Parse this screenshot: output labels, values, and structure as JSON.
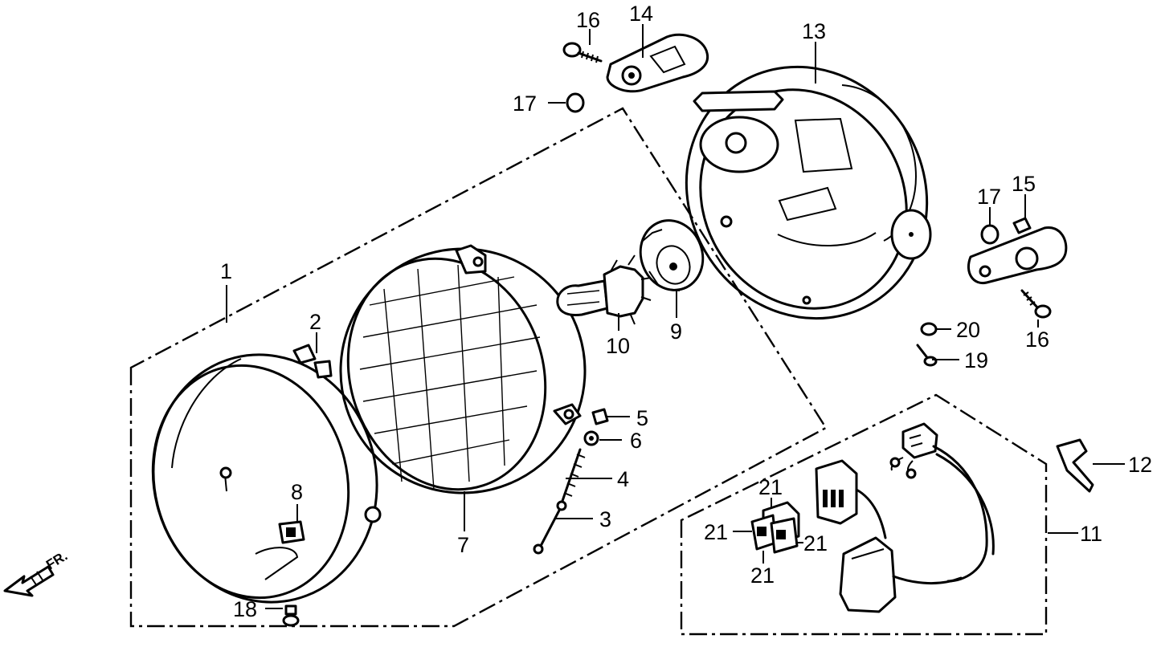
{
  "callouts": {
    "c1": "1",
    "c2": "2",
    "c3": "3",
    "c4": "4",
    "c5": "5",
    "c6": "6",
    "c7": "7",
    "c8": "8",
    "c9": "9",
    "c10": "10",
    "c11": "11",
    "c12": "12",
    "c13": "13",
    "c14": "14",
    "c15": "15",
    "c16a": "16",
    "c16b": "16",
    "c17a": "17",
    "c17b": "17",
    "c18": "18",
    "c19": "19",
    "c20": "20",
    "c21a": "21",
    "c21b": "21",
    "c21c": "21",
    "c21d": "21"
  },
  "front_indicator": {
    "label": "FR.",
    "icon": "front-direction-arrow-icon"
  }
}
